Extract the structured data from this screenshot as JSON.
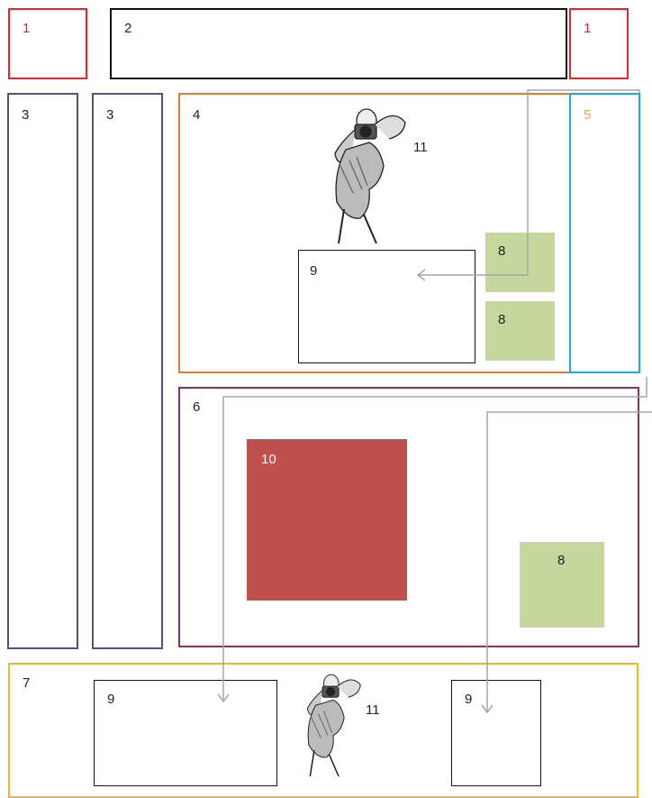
{
  "boxes": {
    "box_1_left": {
      "label": "1",
      "border_color": "#e3272d"
    },
    "box_2": {
      "label": "2",
      "border_color": "#111111"
    },
    "box_1_right": {
      "label": "1",
      "border_color": "#e3272d"
    },
    "box_3_a": {
      "label": "3",
      "border_color": "#5e4a86"
    },
    "box_3_b": {
      "label": "3",
      "border_color": "#5e4a86"
    },
    "box_4": {
      "label": "4",
      "border_color": "#e27a2c"
    },
    "box_5": {
      "label": "5",
      "border_color": "#1fa9e1",
      "label_color": "#f3a35b"
    },
    "box_6": {
      "label": "6",
      "border_color": "#8c2f5c"
    },
    "box_7": {
      "label": "7",
      "border_color": "#f4b823"
    },
    "box_9_in_4": {
      "label": "9",
      "border_color": "#111111"
    },
    "box_9_bottom_left": {
      "label": "9",
      "border_color": "#111111"
    },
    "box_9_bottom_right": {
      "label": "9",
      "border_color": "#111111"
    }
  },
  "blocks": {
    "block_8_top": {
      "label": "8",
      "fill": "#c5d79c"
    },
    "block_8_mid": {
      "label": "8",
      "fill": "#c5d79c"
    },
    "block_8_in_6": {
      "label": "8",
      "fill": "#c5d79c"
    },
    "block_10": {
      "label": "10",
      "fill": "#c0504d",
      "label_color": "#ffffff"
    }
  },
  "photos": {
    "photographer_top": {
      "label": "11",
      "icon": "photographer-icon"
    },
    "photographer_bottom": {
      "label": "11",
      "icon": "photographer-icon"
    }
  },
  "arrows": {
    "color": "#a6a6a6",
    "items": [
      "arrow-5-to-9",
      "arrow-top-right-to-bottom-left-9",
      "arrow-right-to-bottom-right-9"
    ]
  }
}
